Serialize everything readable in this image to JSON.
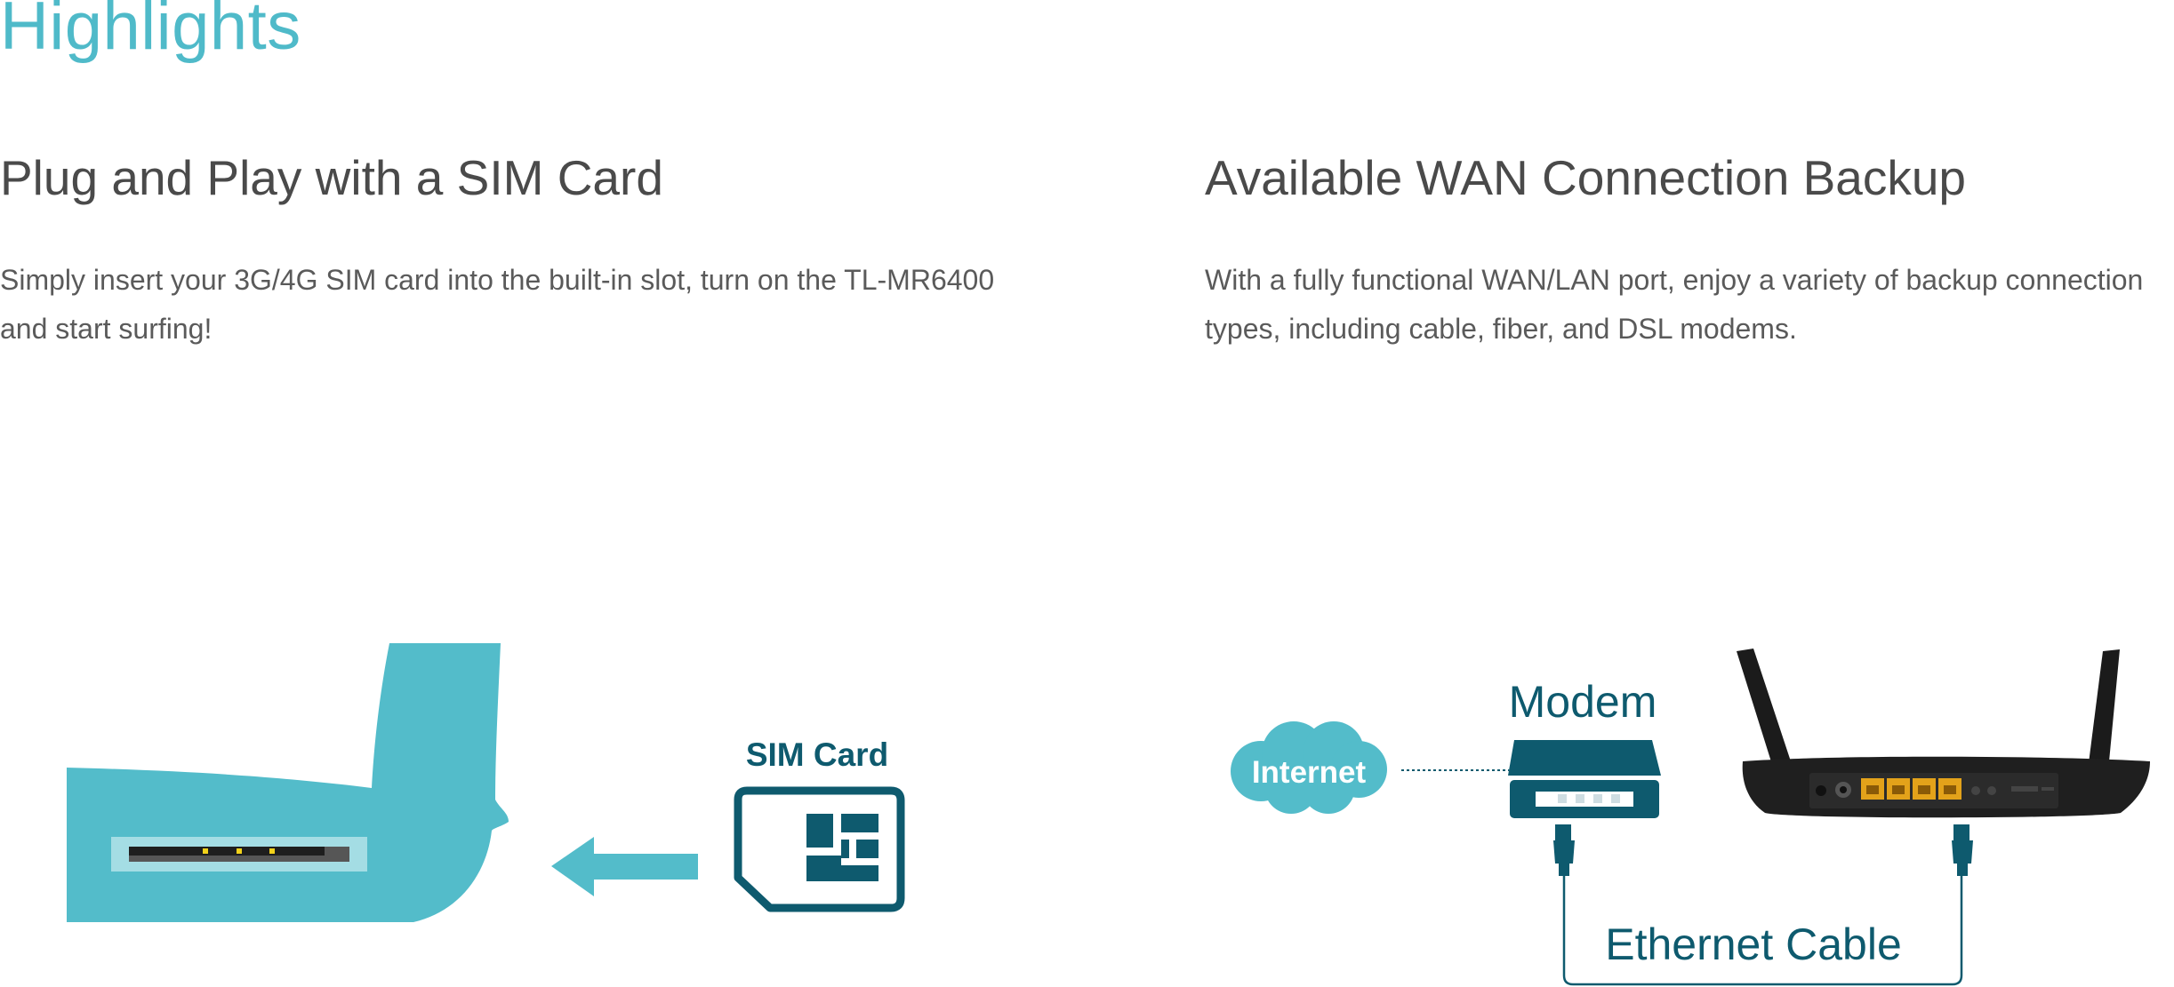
{
  "page": {
    "title": "Highlights"
  },
  "features": [
    {
      "title": "Plug and Play with a SIM Card",
      "description": "Simply insert your 3G/4G SIM card into the built-in slot, turn on the TL-MR6400 and start surfing!",
      "illustration": {
        "sim_label": "SIM Card",
        "icons": [
          "router-sim-slot-icon",
          "arrow-left-icon",
          "sim-card-icon"
        ]
      }
    },
    {
      "title": "Available WAN Connection Backup",
      "description": "With a fully functional WAN/LAN port, enjoy a variety of backup connection types, including cable, fiber, and DSL modems.",
      "illustration": {
        "internet_label": "Internet",
        "modem_label": "Modem",
        "cable_label": "Ethernet Cable",
        "icons": [
          "internet-cloud-icon",
          "modem-icon",
          "router-icon",
          "ethernet-plug-icon"
        ]
      }
    }
  ],
  "colors": {
    "accent": "#4fbac9",
    "dark_teal": "#0e5a6e",
    "text_heading": "#4a4a4a",
    "text_body": "#5a5a5a",
    "port_yellow": "#e3a21a"
  }
}
